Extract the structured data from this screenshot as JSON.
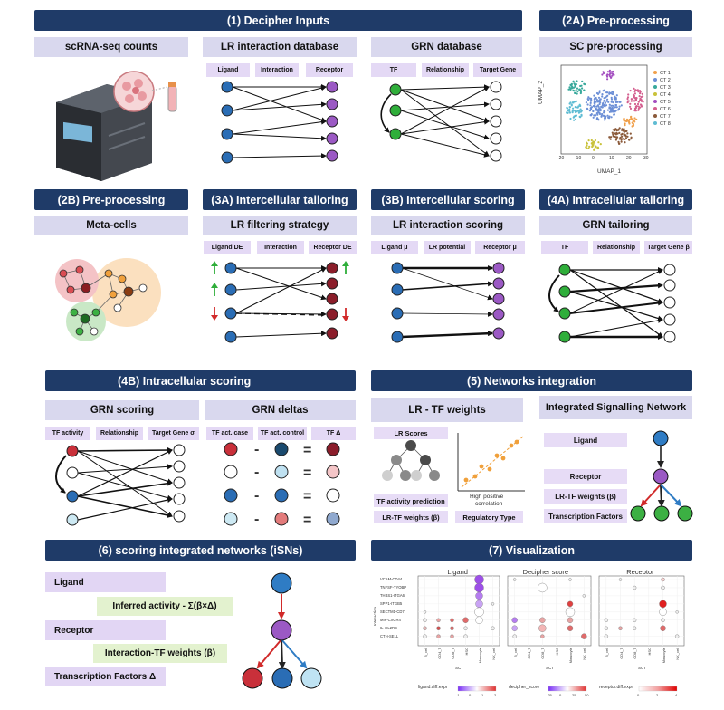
{
  "headers": {
    "inputs": "(1) Decipher Inputs",
    "pre2a": "(2A) Pre-processing",
    "pre2b": "(2B) Pre-processing",
    "inter3a": "(3A) Intercellular tailoring",
    "inter3b": "(3B) Intercellular scoring",
    "intra4a": "(4A) Intracellular tailoring",
    "intra4b": "(4B) Intracellular scoring",
    "net5": "(5) Networks integration",
    "score6": "(6)  scoring integrated networks (iSNs)",
    "vis7": "(7) Visualization"
  },
  "subs": {
    "scrna": "scRNA-seq counts",
    "lrdb": "LR interaction database",
    "grndb": "GRN database",
    "scpre": "SC pre-processing",
    "meta": "Meta-cells",
    "lrfilter": "LR filtering strategy",
    "lrscore": "LR interaction scoring",
    "grntail": "GRN tailoring",
    "grnscore": "GRN scoring",
    "grndelta": "GRN deltas",
    "lrtf": "LR - TF weights",
    "isn": "Integrated Signalling Network"
  },
  "chips": {
    "ligand": "Ligand",
    "interaction": "Interaction",
    "receptor": "Receptor",
    "tf": "TF",
    "relationship": "Relationship",
    "target_gene": "Target Gene",
    "ligand_de": "Ligand DE",
    "receptor_de": "Receptor DE",
    "ligand_mu": "Ligand μ",
    "lr_potential": "LR potential",
    "receptor_mu": "Receptor μ",
    "target_gene_beta": "Target Gene β",
    "tf_activity": "TF activity",
    "target_gene_sigma": "Target Gene σ",
    "tf_case": "TF act. case",
    "tf_control": "TF act. control",
    "tf_delta": "TF Δ"
  },
  "lrtf": {
    "lr_scores": "LR Scores",
    "tf_pred": "TF activity prediction",
    "lr_tf_weights": "LR-TF weights (β)",
    "high_corr_1": "High positive",
    "high_corr_2": "correlation",
    "reg_type": "Regulatory Type"
  },
  "isn": {
    "ligand": "Ligand",
    "receptor": "Receptor",
    "weights": "LR-TF weights (β)",
    "tfs": "Transcription Factors"
  },
  "score6": {
    "ligand": "Ligand",
    "inferred": "Inferred activity - Σ(β×Δ)",
    "receptor": "Receptor",
    "interaction": "Interaction-TF weights (β)",
    "tfs": "Transcription Factors Δ"
  },
  "umap": {
    "ylabel": "UMAP_2",
    "xlabel": "UMAP_1",
    "xticks": [
      "-20",
      "-10",
      "0",
      "10",
      "20",
      "30"
    ],
    "legend": [
      "CT 1",
      "CT 2",
      "CT 3",
      "CT 4",
      "CT 5",
      "CT 6",
      "CT 7",
      "CT 8"
    ],
    "colors": [
      "#f0a04b",
      "#6c8fd6",
      "#39a99c",
      "#c9c23a",
      "#a34dc0",
      "#d45f8f",
      "#8b5a3a",
      "#5fbcd3"
    ]
  },
  "vis": {
    "panels": [
      "Ligand",
      "Decipher score",
      "Receptor"
    ],
    "ylabel": "Interaction",
    "rows": [
      "VCAM-CD44",
      "TNFSF-TYOBP",
      "THBS1-ITGA6",
      "SPP1-ITGB5",
      "SECTM1-CD7",
      "MIF-CXCR4",
      "IL-1IL2RB",
      "CTH-SELL"
    ],
    "xcats": [
      "B_cell",
      "CD4_T",
      "CD8_T",
      "HSC",
      "Monocyte",
      "NK_cell"
    ],
    "xlabel": "SCT",
    "legend1": "ligand.diff.expr",
    "legend1_ticks": [
      "-1",
      "0",
      "1",
      "2"
    ],
    "legend2": "decipher_score",
    "legend2_ticks": [
      "-25",
      "0",
      "25",
      "50"
    ],
    "legend3": "receptor.diff.expr",
    "legend3_ticks": [
      "0",
      "2",
      "4"
    ]
  }
}
